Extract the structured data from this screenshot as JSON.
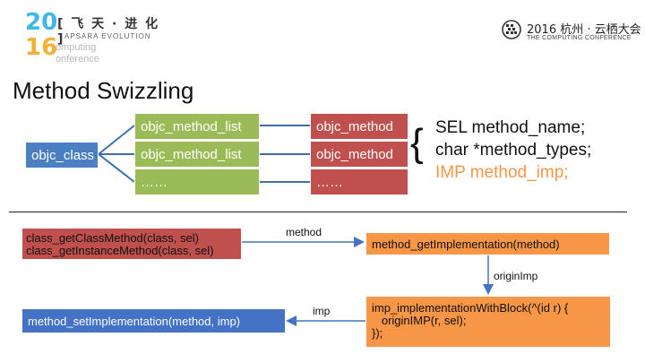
{
  "logo": {
    "year_top": "20",
    "year_bottom": "16",
    "cn": "[ 飞 天 · 进 化 ]",
    "en": "APSARA EVOLUTION",
    "sub1": "omputing",
    "sub2": "onference",
    "right_main": "2016 杭州 · 云栖大会",
    "right_sub": "THE COMPUTING CONFERENCE"
  },
  "title": "Method Swizzling",
  "diagram": {
    "class_box": "objc_class",
    "method_lists": [
      "objc_method_list",
      "objc_method_list",
      "……"
    ],
    "methods": [
      "objc_method",
      "objc_method",
      "……"
    ],
    "fields": [
      "SEL method_name;",
      "char *method_types;",
      "IMP method_imp;"
    ]
  },
  "flow": {
    "get_method_line1": "class_getClassMethod(class, sel)",
    "get_method_line2": "class_getInstanceMethod(class, sel)",
    "arrow_method": "method",
    "get_impl": "method_getImplementation(method)",
    "arrow_origin": "originImp",
    "block_line1": "imp_implementationWithBlock(^(id r) {",
    "block_line2": "   originIMP(r, sel);",
    "block_line3": "});",
    "arrow_imp": "imp",
    "set_impl": "method_setImplementation(method, imp)"
  },
  "colors": {
    "blue": "#4a7fc1",
    "green": "#9bbb59",
    "red": "#c0504d",
    "orange": "#f79646",
    "highlight_text": "#f79646"
  }
}
